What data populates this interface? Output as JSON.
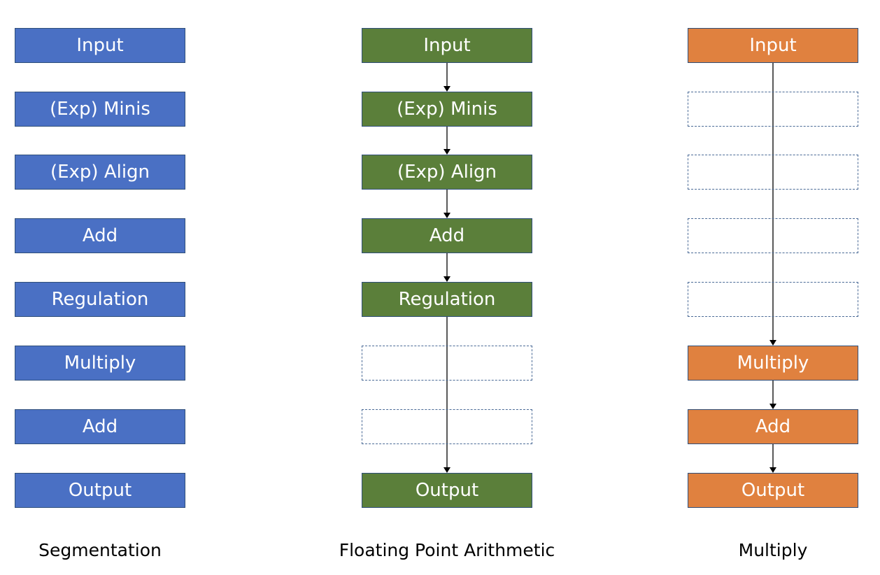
{
  "columns": [
    {
      "caption": "Segmentation",
      "color": "#4a70c4",
      "stages": [
        {
          "label": "Input",
          "filled": true
        },
        {
          "label": "(Exp) Minis",
          "filled": true
        },
        {
          "label": "(Exp) Align",
          "filled": true
        },
        {
          "label": "Add",
          "filled": true
        },
        {
          "label": "Regulation",
          "filled": true
        },
        {
          "label": "Multiply",
          "filled": true
        },
        {
          "label": "Add",
          "filled": true
        },
        {
          "label": "Output",
          "filled": true
        }
      ],
      "arrows": []
    },
    {
      "caption": "Floating Point Arithmetic",
      "color": "#5b7f3a",
      "stages": [
        {
          "label": "Input",
          "filled": true
        },
        {
          "label": "(Exp) Minis",
          "filled": true
        },
        {
          "label": "(Exp) Align",
          "filled": true
        },
        {
          "label": "Add",
          "filled": true
        },
        {
          "label": "Regulation",
          "filled": true
        },
        {
          "label": "",
          "filled": false
        },
        {
          "label": "",
          "filled": false
        },
        {
          "label": "Output",
          "filled": true
        }
      ],
      "arrows": [
        [
          0,
          1
        ],
        [
          1,
          2
        ],
        [
          2,
          3
        ],
        [
          3,
          4
        ],
        [
          4,
          7
        ]
      ]
    },
    {
      "caption": "Multiply",
      "color": "#e0813f",
      "stages": [
        {
          "label": "Input",
          "filled": true
        },
        {
          "label": "",
          "filled": false
        },
        {
          "label": "",
          "filled": false
        },
        {
          "label": "",
          "filled": false
        },
        {
          "label": "",
          "filled": false
        },
        {
          "label": "Multiply",
          "filled": true
        },
        {
          "label": "Add",
          "filled": true
        },
        {
          "label": "Output",
          "filled": true
        }
      ],
      "arrows": [
        [
          0,
          5
        ],
        [
          5,
          6
        ],
        [
          6,
          7
        ]
      ]
    }
  ]
}
